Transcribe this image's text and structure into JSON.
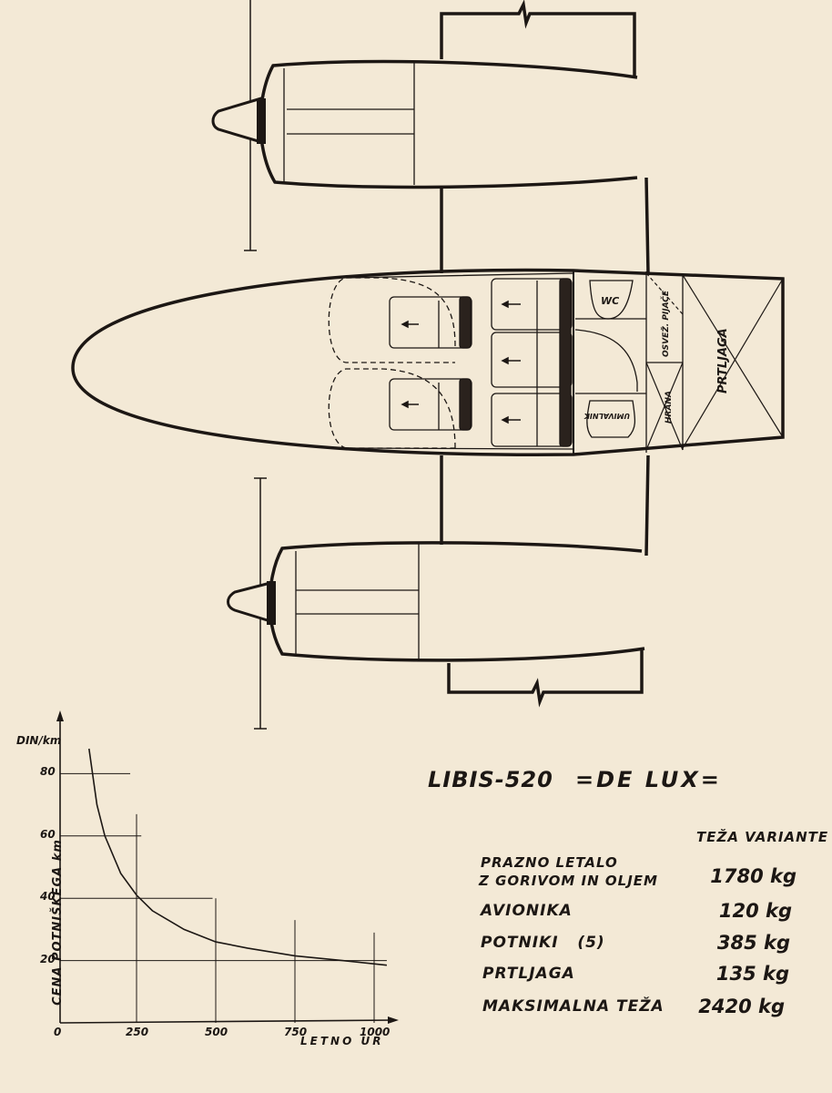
{
  "drawing": {
    "cabin_labels": {
      "wc": "WC",
      "refreshments": "OSVEŽ. PIJAČE",
      "food": "HRANA",
      "baggage": "PRTLJAGA",
      "washbasin": "UMIVALNIK"
    }
  },
  "spec": {
    "title": "LIBIS-520",
    "variant": "=DE LUX=",
    "column_header": "TEŽA VARIANTE",
    "rows": [
      {
        "label": "PRAZNO LETALO",
        "label2": "Z GORIVOM IN OLJEM",
        "value": "1780 kg"
      },
      {
        "label": "AVIONIKA",
        "value": "120 kg"
      },
      {
        "label": "POTNIKI   (5)",
        "value": "385 kg"
      },
      {
        "label": "PRTLJAGA",
        "value": "135 kg"
      },
      {
        "label": "MAKSIMALNA TEŽA",
        "value": "2420 kg"
      }
    ]
  },
  "chart_data": {
    "type": "line",
    "title": "",
    "xlabel": "LETNO UR",
    "ylabel": "CENA POTNIŠKEGA km",
    "yunit": "DIN/km",
    "xlim": [
      0,
      1050
    ],
    "ylim": [
      0,
      95
    ],
    "xticks": [
      "0",
      "250",
      "500",
      "750",
      "1000"
    ],
    "yticks": [
      "20",
      "40",
      "60",
      "80"
    ],
    "series": [
      {
        "name": "cost",
        "x": [
          100,
          125,
          150,
          200,
          250,
          300,
          400,
          500,
          600,
          750,
          900,
          1040
        ],
        "y": [
          88,
          70,
          60,
          48,
          41,
          36,
          30,
          26,
          24,
          21.5,
          20,
          18.5
        ]
      }
    ],
    "reference_lines": {
      "horizontal": [
        {
          "y": 80,
          "x_to": 230
        },
        {
          "y": 60,
          "x_to": 265
        },
        {
          "y": 40,
          "x_to": 490
        },
        {
          "y": 20,
          "x_to": 1040
        }
      ],
      "vertical": [
        {
          "x": 250,
          "y_to": 67
        },
        {
          "x": 500,
          "y_to": 40
        },
        {
          "x": 750,
          "y_to": 33
        },
        {
          "x": 1000,
          "y_to": 29
        }
      ]
    }
  }
}
